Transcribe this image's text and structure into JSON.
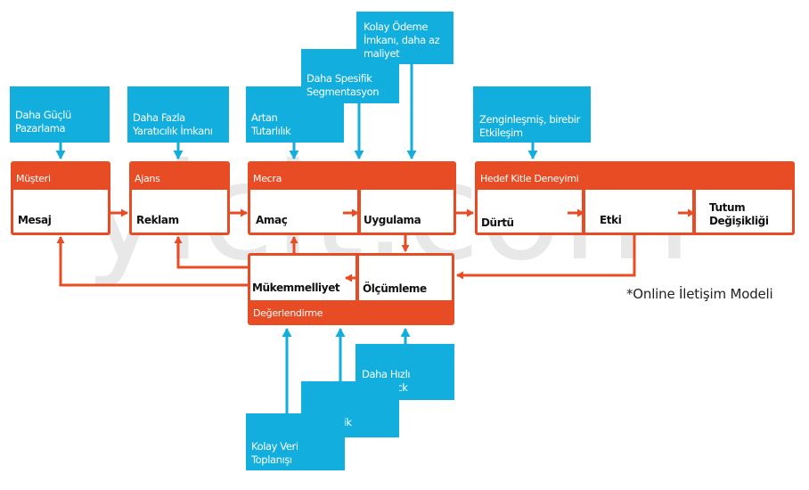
{
  "watermark": "yicit.com",
  "note": "*Online İletişim Modeli",
  "orange_boxes": {
    "musteri": {
      "header": "Müşteri",
      "cell": "Mesaj"
    },
    "ajans": {
      "header": "Ajans",
      "cell": "Reklam"
    },
    "mecra": {
      "header": "Mecra",
      "cells": [
        "Amaç",
        "Uygulama"
      ]
    },
    "hedef": {
      "header": "Hedef Kitle Deneyimi",
      "cells": [
        "Dürtü",
        "Etki",
        [
          "Tutum",
          "Değişikliği"
        ]
      ]
    },
    "degerlendirme": {
      "footer": "Değerlendirme",
      "cells": [
        "Mükemmelliyet",
        "Ölçümleme"
      ]
    }
  },
  "blue_boxes": {
    "pazarlama": [
      "Daha Güçlü",
      "Pazarlama"
    ],
    "yaraticilik": [
      "Daha Fazla",
      "Yaratıcılık İmkanı"
    ],
    "tutarlilik": [
      "Artan",
      "Tutarlılık"
    ],
    "segmentasyon": [
      "Daha Spesifik",
      "Segmentasyon"
    ],
    "odeme": [
      "Kolay Ödeme",
      "İmkanı, daha az",
      "maliyet"
    ],
    "etkilesim": [
      "Zenginleşmiş, birebir",
      "Etkileşim"
    ],
    "feedback": [
      "Daha Hızlı",
      "Feedback"
    ],
    "verimlilik": [
      "Verimlilik"
    ],
    "veri": [
      "Kolay Veri",
      "Toplanışı"
    ]
  },
  "colors": {
    "orange": "#e84c25",
    "blue": "#12aedd",
    "white": "#ffffff",
    "watermark": "#d6d6d6"
  }
}
